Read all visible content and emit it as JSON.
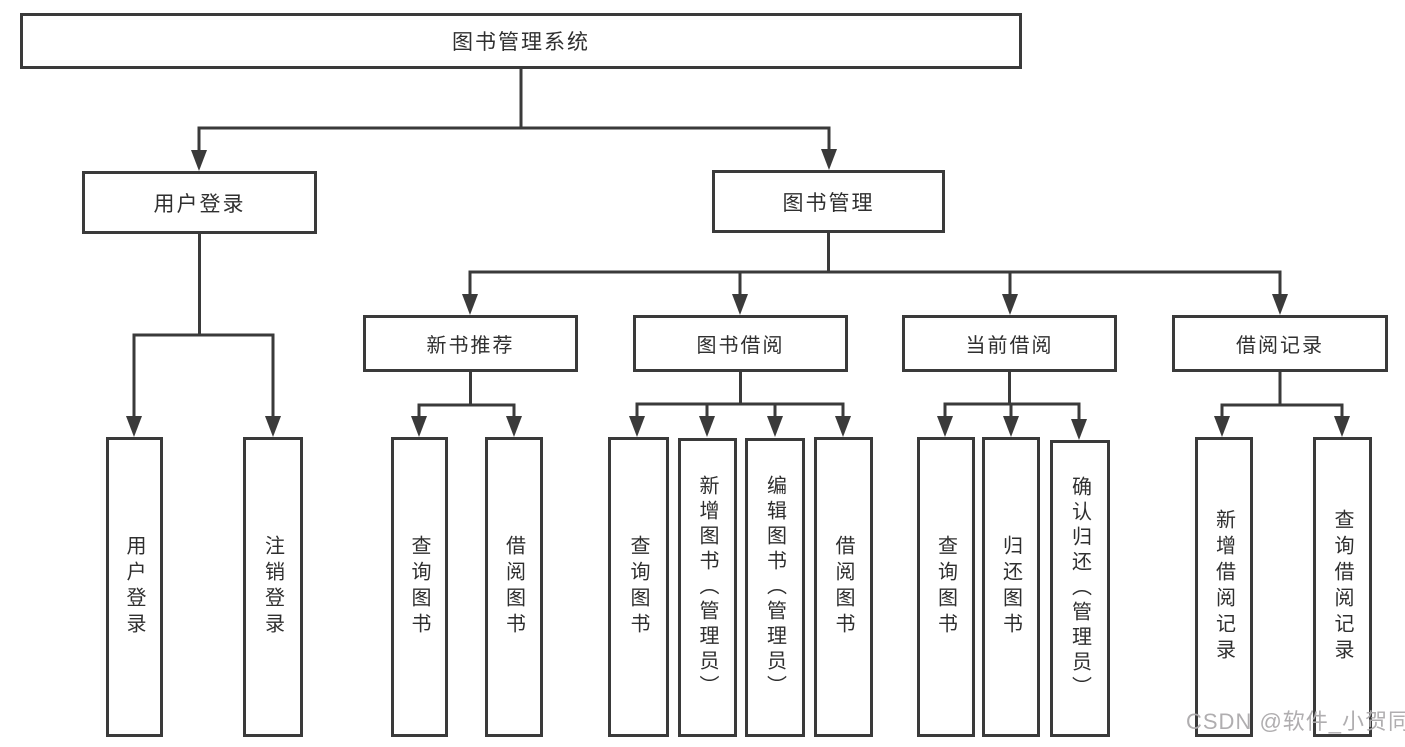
{
  "diagram": {
    "root": {
      "label": "图书管理系统"
    },
    "level2": {
      "user_login": {
        "label": "用户登录",
        "children": [
          {
            "label": "用户登录"
          },
          {
            "label": "注销登录"
          }
        ]
      },
      "book_management": {
        "label": "图书管理",
        "children": [
          {
            "label": "新书推荐",
            "children": [
              {
                "label": "查询图书"
              },
              {
                "label": "借阅图书"
              }
            ]
          },
          {
            "label": "图书借阅",
            "children": [
              {
                "label": "查询图书"
              },
              {
                "label": "新增图书（管理员）"
              },
              {
                "label": "编辑图书（管理员）"
              },
              {
                "label": "借阅图书"
              }
            ]
          },
          {
            "label": "当前借阅",
            "children": [
              {
                "label": "查询图书"
              },
              {
                "label": "归还图书"
              },
              {
                "label": "确认归还（管理员）"
              }
            ]
          },
          {
            "label": "借阅记录",
            "children": [
              {
                "label": "新增借阅记录"
              },
              {
                "label": "查询借阅记录"
              }
            ]
          }
        ]
      }
    },
    "watermark": "CSDN @软件_小贺同学",
    "colors": {
      "line": "#3a3a3a",
      "box_border": "#3a3a3a",
      "text": "#2f2f2f",
      "watermark": "#acaaac",
      "background": "#ffffff"
    }
  }
}
